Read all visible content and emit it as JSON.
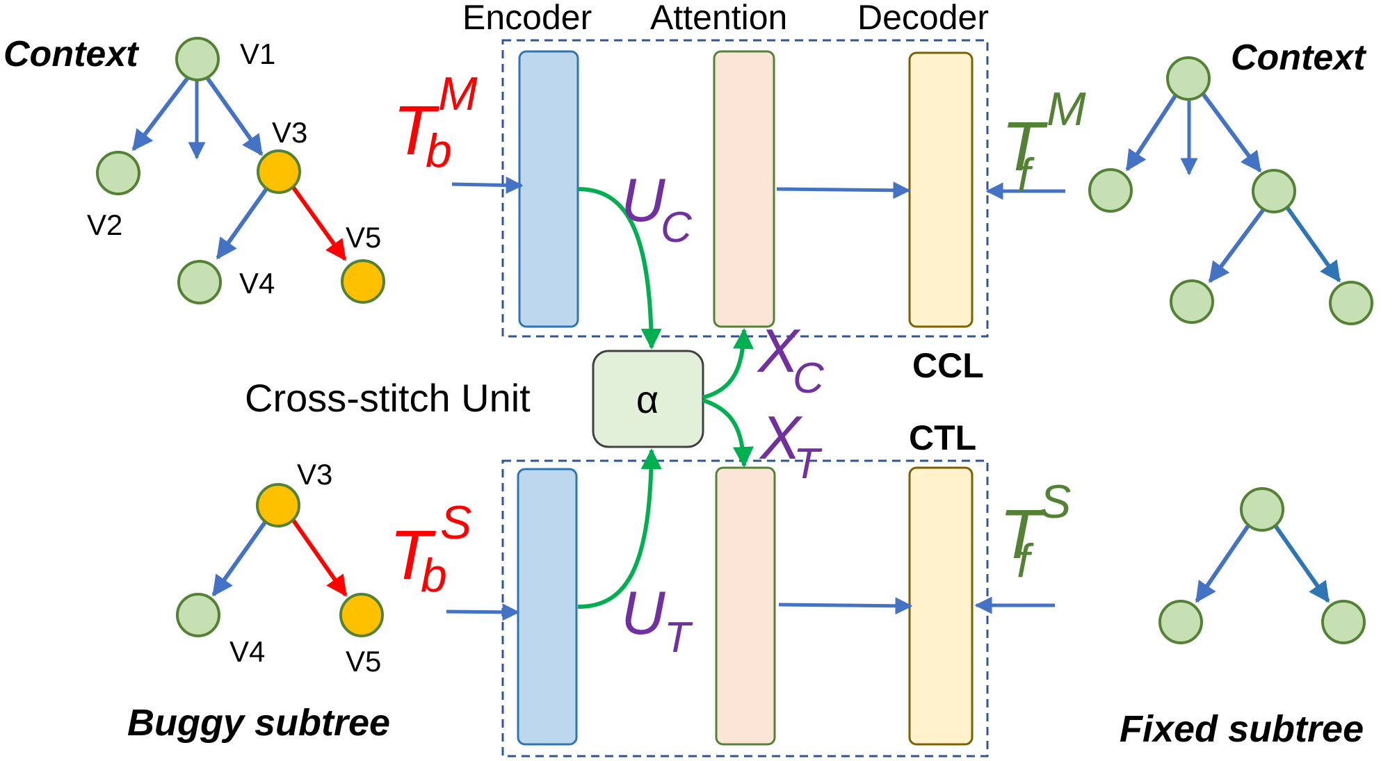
{
  "header": {
    "encoder": "Encoder",
    "attention": "Attention",
    "decoder": "Decoder"
  },
  "left": {
    "context_title": "Context",
    "subtree_title": "Buggy subtree",
    "nodes": {
      "v1": "V1",
      "v2": "V2",
      "v3": "V3",
      "v4": "V4",
      "v5": "V5"
    }
  },
  "right": {
    "context_title": "Context",
    "subtree_title": "Fixed subtree"
  },
  "inputs": {
    "tb_main_base": "T",
    "tb_main_sub": "b",
    "tb_main_sup": "M",
    "tb_sub_base": "T",
    "tb_sub_sub": "b",
    "tb_sub_sup": "S",
    "tf_main_base": "T",
    "tf_main_sub": "f",
    "tf_main_sup": "M",
    "tf_sub_base": "T",
    "tf_sub_sub": "f",
    "tf_sub_sup": "S"
  },
  "flows": {
    "uc_base": "U",
    "uc_sub": "C",
    "ut_base": "U",
    "ut_sub": "T",
    "xc_base": "X",
    "xc_sub": "C",
    "xt_base": "X",
    "xt_sub": "T"
  },
  "cross_stitch": {
    "label": "Cross-stitch Unit",
    "symbol": "α"
  },
  "tasks": {
    "ccl": "CCL",
    "ctl": "CTL"
  },
  "colors": {
    "node_green": "#c6e0b4",
    "node_green_stroke": "#548235",
    "node_orange": "#ffc000",
    "edge_blue": "#4472c4",
    "edge_red": "#ff0000",
    "flow_green": "#00b050",
    "encoder_fill": "#bdd7ee",
    "attention_fill": "#fbe5d6",
    "decoder_fill": "#fff2cc",
    "label_red": "#ff0000",
    "label_green": "#548235",
    "label_purple": "#7030a0",
    "dashed_box": "#2f5597"
  }
}
